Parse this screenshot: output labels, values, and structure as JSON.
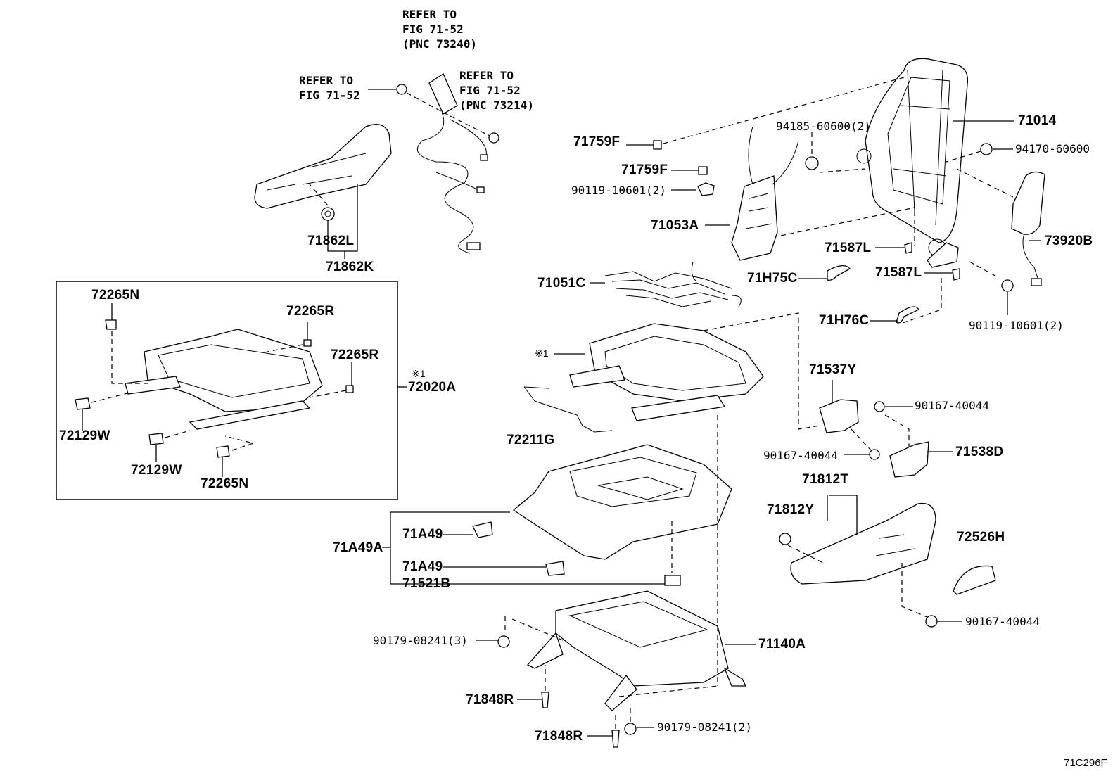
{
  "refs": {
    "ref1": "REFER TO\nFIG 71-52\n(PNC 73240)",
    "ref2": "REFER TO\nFIG 71-52",
    "ref3": "REFER TO\nFIG 71-52\n(PNC 73214)"
  },
  "labels": {
    "p71862L": "71862L",
    "p71862K": "71862K",
    "p71759F_a": "71759F",
    "p71759F_b": "71759F",
    "p90119_a": "90119-10601(2)",
    "p71053A": "71053A",
    "p94185": "94185-60600(2)",
    "p71014": "71014",
    "p94170": "94170-60600",
    "p73920B": "73920B",
    "p71587L_a": "71587L",
    "p71587L_b": "71587L",
    "p71H75C": "71H75C",
    "p71051C": "71051C",
    "p71H76C": "71H76C",
    "p90119_b": "90119-10601(2)",
    "p72265N_a": "72265N",
    "p72265R_a": "72265R",
    "p72265R_b": "72265R",
    "p72020A": "72020A",
    "p72020A_note": "※1",
    "p72129W_a": "72129W",
    "p72129W_b": "72129W",
    "p72265N_b": "72265N",
    "p_note1": "※1",
    "p72211G": "72211G",
    "p71537Y": "71537Y",
    "p90167_a": "90167-40044",
    "p90167_b": "90167-40044",
    "p71538D": "71538D",
    "p71812T": "71812T",
    "p71812Y": "71812Y",
    "p72526H": "72526H",
    "p71A49A": "71A49A",
    "p71A49_a": "71A49",
    "p71A49_b": "71A49",
    "p71521B": "71521B",
    "p90179_a": "90179-08241(3)",
    "p71140A": "71140A",
    "p71848R_a": "71848R",
    "p71848R_b": "71848R",
    "p90179_b": "90179-08241(2)",
    "p90167_c": "90167-40044"
  },
  "figure_id": "71C296F"
}
